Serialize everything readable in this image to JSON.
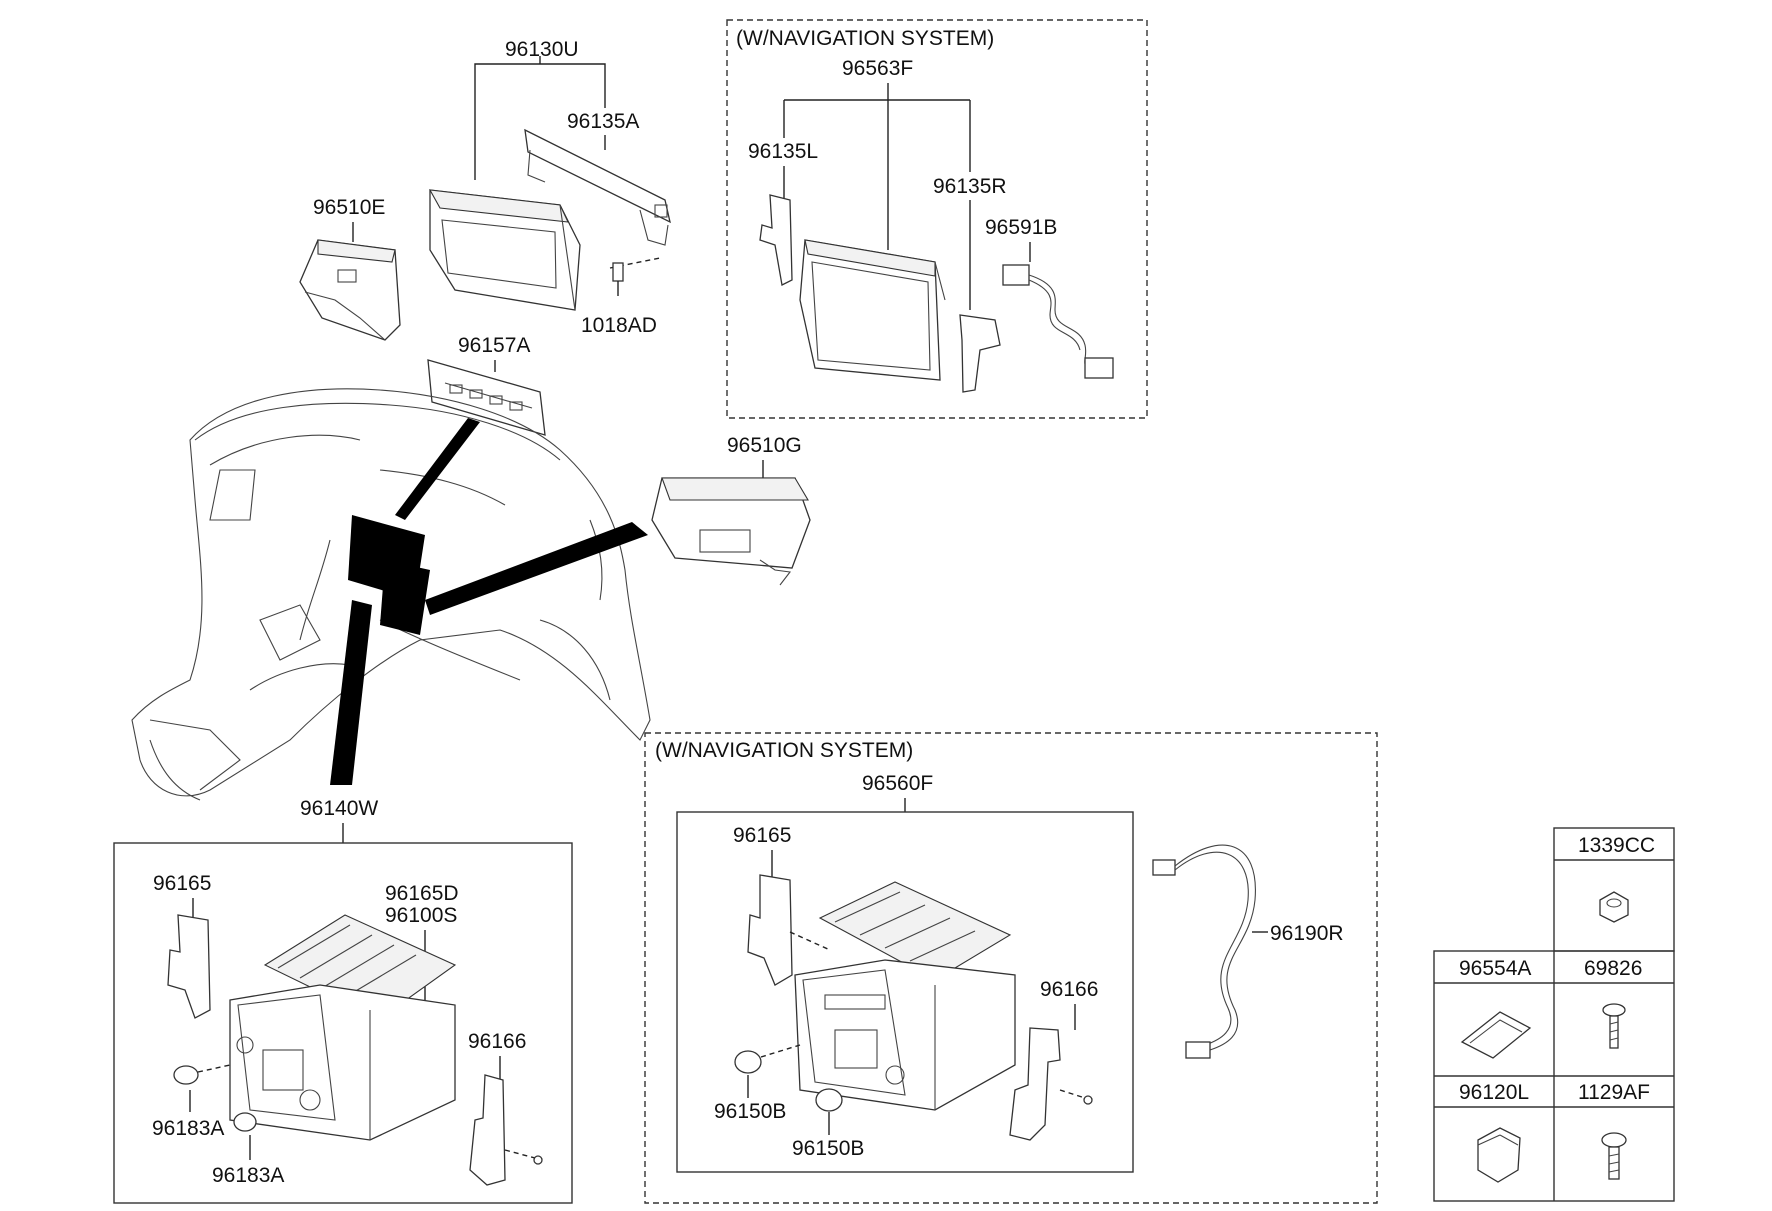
{
  "diagram": {
    "group_titles": {
      "nav_upper": "(W/NAVIGATION SYSTEM)",
      "nav_lower": "(W/NAVIGATION SYSTEM)"
    },
    "parts": {
      "p96130U": "96130U",
      "p96135A": "96135A",
      "p96510E": "96510E",
      "p1018AD": "1018AD",
      "p96157A": "96157A",
      "p96563F": "96563F",
      "p96135L": "96135L",
      "p96135R": "96135R",
      "p96591B": "96591B",
      "p96510G": "96510G",
      "p96140W": "96140W",
      "p96165_left": "96165",
      "p96165D": "96165D",
      "p96100S": "96100S",
      "p96166_left": "96166",
      "p96183A_1": "96183A",
      "p96183A_2": "96183A",
      "p96560F": "96560F",
      "p96165_nav": "96165",
      "p96166_nav": "96166",
      "p96150B_1": "96150B",
      "p96150B_2": "96150B",
      "p96190R": "96190R"
    },
    "hardware_table": {
      "c1339CC": "1339CC",
      "c96554A": "96554A",
      "c69826": "69826",
      "c96120L": "96120L",
      "c1129AF": "1129AF"
    }
  }
}
